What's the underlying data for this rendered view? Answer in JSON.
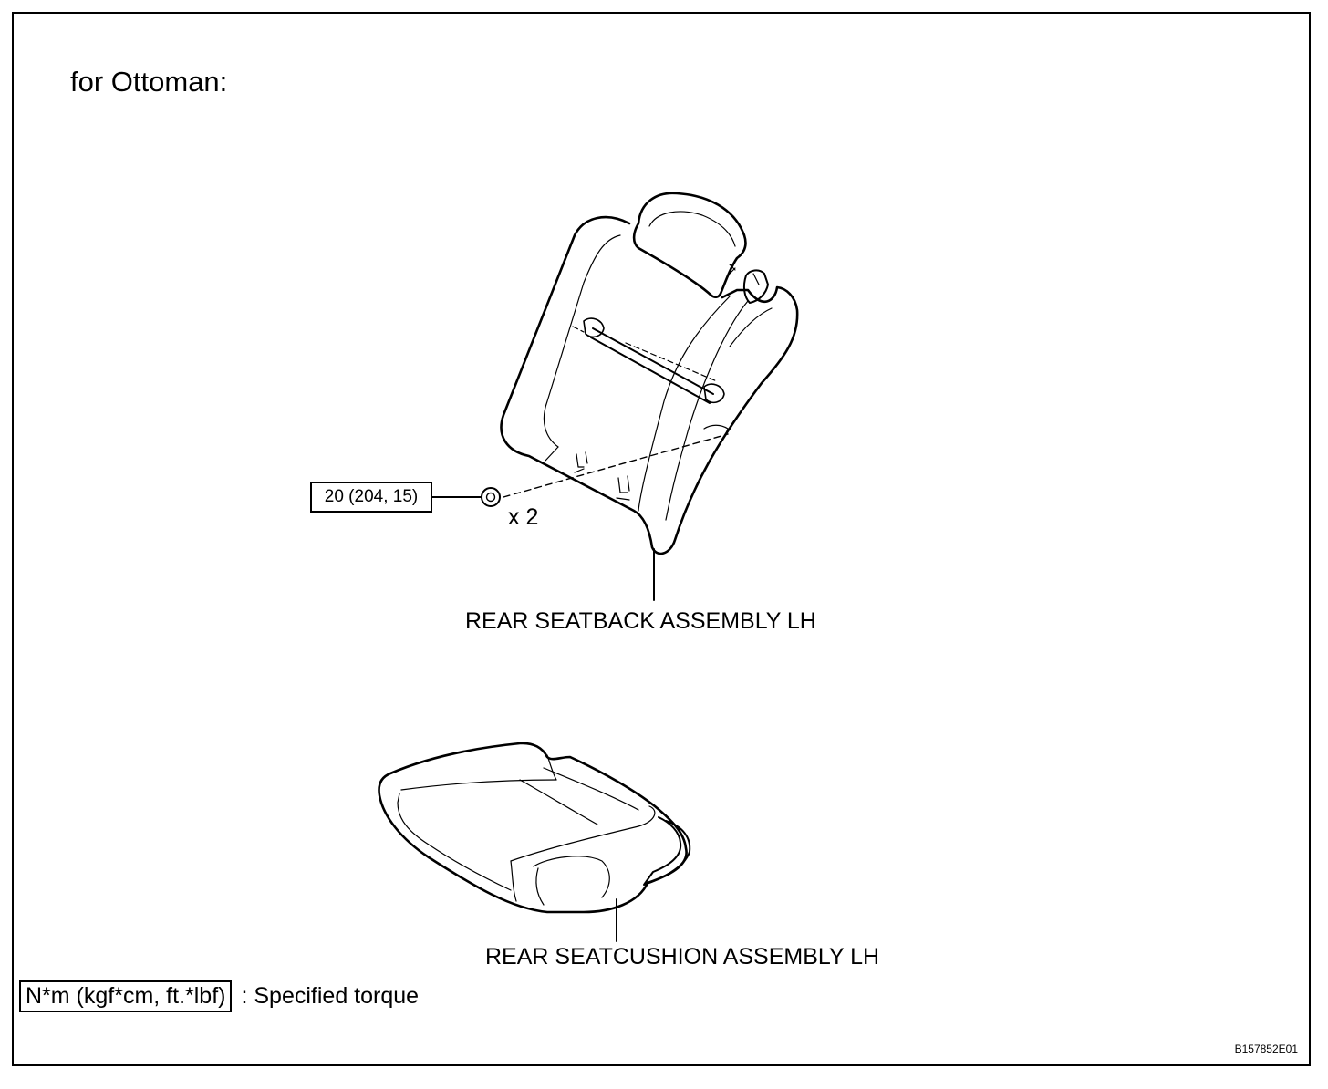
{
  "heading": "for Ottoman:",
  "torque": {
    "value": "20 (204, 15)",
    "quantity": "x 2"
  },
  "parts": {
    "seatback": "REAR SEATBACK ASSEMBLY LH",
    "seatcushion": "REAR SEATCUSHION ASSEMBLY LH"
  },
  "legend": {
    "box": "N*m (kgf*cm, ft.*lbf)",
    "text": ": Specified torque"
  },
  "figure_id": "B157852E01"
}
